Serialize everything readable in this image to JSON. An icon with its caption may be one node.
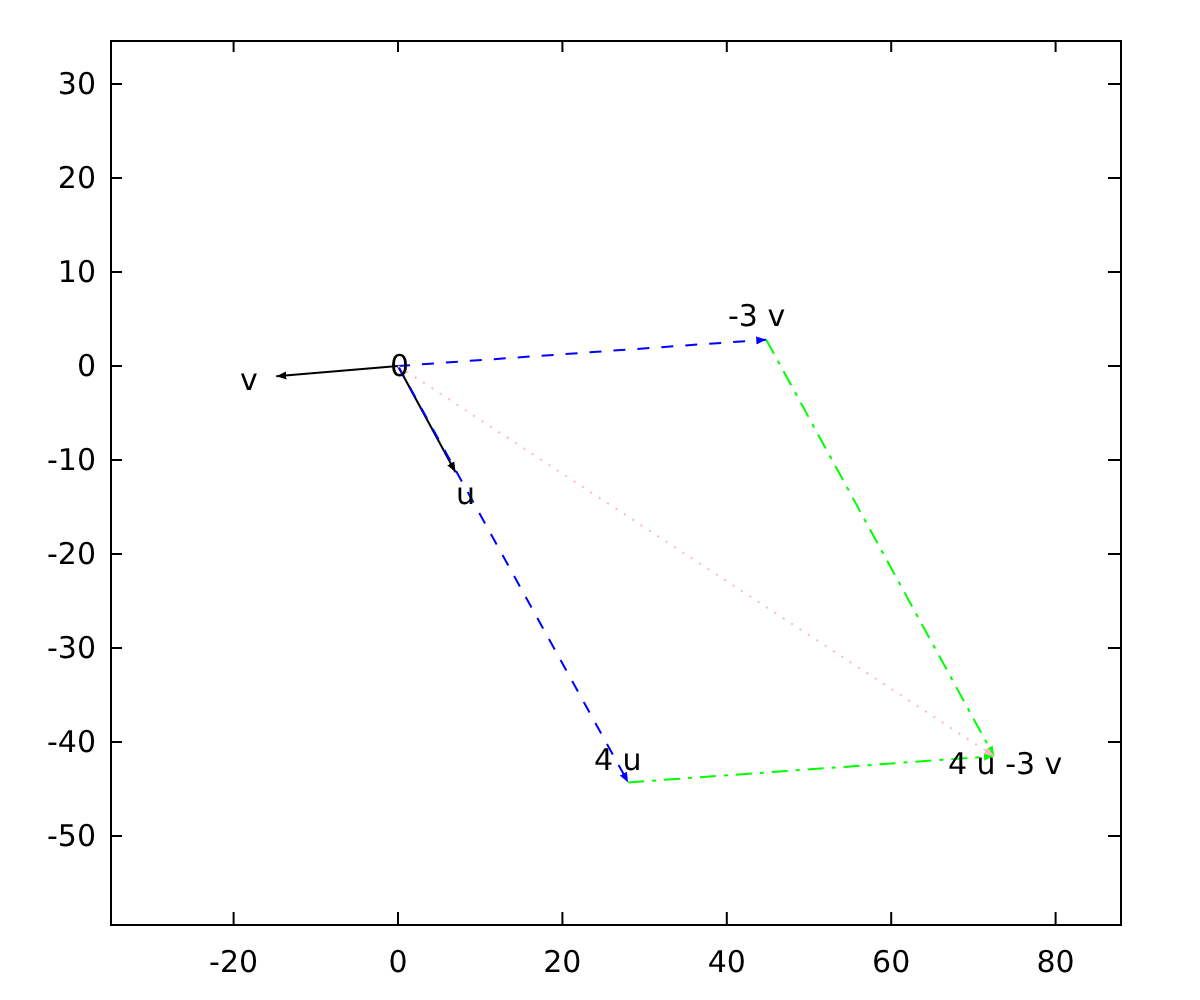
{
  "diagram": {
    "nodes": [
      {
        "text": [
          "0"
        ]
      },
      {
        "text": [
          "v"
        ]
      },
      {
        "text": [
          "u"
        ]
      },
      {
        "text": [
          "-3 v"
        ]
      },
      {
        "text": [
          "4 u"
        ]
      },
      {
        "text": [
          "4 u -3 v"
        ]
      }
    ],
    "edges": [
      {
        "from": 0,
        "to": 1,
        "arrow": "to"
      },
      {
        "from": 0,
        "to": 2,
        "arrow": "to"
      },
      {
        "from": 0,
        "to": 3,
        "arrow": "to",
        "style": "dashed",
        "color": "#0000ff"
      },
      {
        "from": 0,
        "to": 4,
        "arrow": "to",
        "style": "dashed",
        "color": "#0000ff"
      },
      {
        "from": 3,
        "to": 5,
        "arrow": "to",
        "style": "dashed",
        "color": "#00ff00"
      },
      {
        "from": 4,
        "to": 5,
        "arrow": "to",
        "style": "dashed",
        "color": "#00ff00"
      },
      {
        "from": 0,
        "to": 5,
        "arrow": "to",
        "style": "dashed",
        "color": "#ffb6c1"
      }
    ],
    "labels": [
      "30",
      "20",
      "10",
      "0",
      "-10",
      "-20",
      "-30",
      "-40",
      "-50",
      "-20",
      "0",
      "20",
      "40",
      "60",
      "80"
    ]
  }
}
